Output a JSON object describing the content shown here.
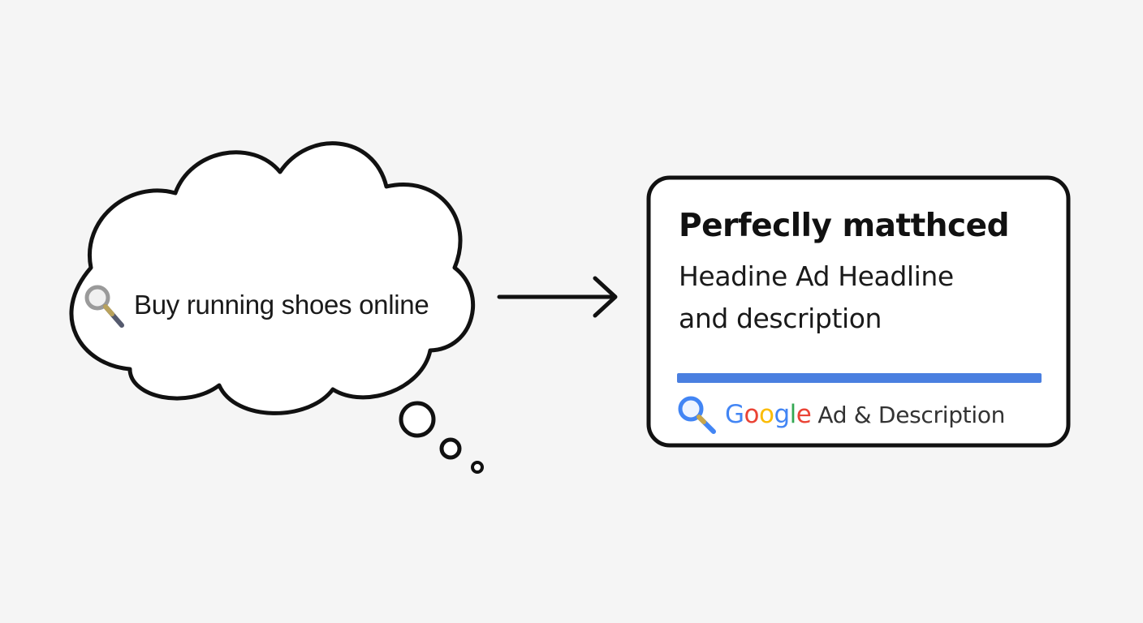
{
  "thought_bubble": {
    "query": "Buy running shoes online"
  },
  "ad_card": {
    "title": "Perfeclly matthced",
    "description_line1": "Headine Ad Headline",
    "description_line2": "and description",
    "brand": {
      "letters": [
        "G",
        "o",
        "o",
        "g",
        "l",
        "e"
      ],
      "colors": [
        "#4285F4",
        "#EA4335",
        "#FBBC05",
        "#4285F4",
        "#34A853",
        "#EA4335"
      ]
    },
    "footer_text": "Ad & Description",
    "bar_color": "#4a7fe0"
  },
  "icons": [
    "search-icon",
    "arrow-right-icon"
  ]
}
